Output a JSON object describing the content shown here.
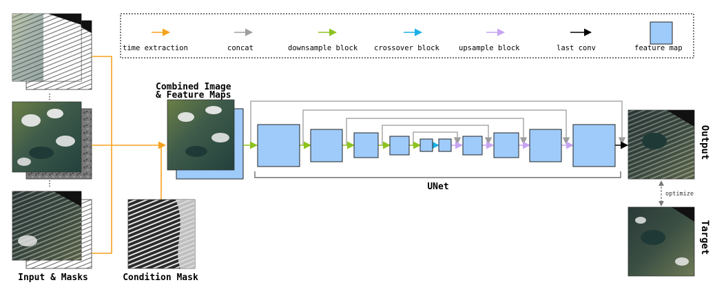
{
  "legend": {
    "items": [
      {
        "label": "time extraction",
        "color": "#F5A21D",
        "icon": "orange-arrow"
      },
      {
        "label": "concat",
        "color": "#9E9E9E",
        "icon": "gray-arrow"
      },
      {
        "label": "downsample block",
        "color": "#8DC21F",
        "icon": "green-arrow"
      },
      {
        "label": "crossover block",
        "color": "#1BB1E6",
        "icon": "cyan-arrow"
      },
      {
        "label": "upsample block",
        "color": "#C7A4F2",
        "icon": "lavender-arrow"
      },
      {
        "label": "last conv",
        "color": "#000000",
        "icon": "black-arrow"
      },
      {
        "label": "feature map",
        "color": "#9ECBFA",
        "icon": "blue-square"
      }
    ]
  },
  "labels": {
    "input_masks": "Input & Masks",
    "condition_mask": "Condition Mask",
    "combined": "Combined Image & Feature Maps",
    "unet": "UNet",
    "output": "Output",
    "target": "Target",
    "optimize": "optimize",
    "ellipsis": "⋮"
  },
  "colors": {
    "feature_map_fill": "#9ECBFA",
    "feature_map_stroke": "#222222",
    "skip_line": "#A8A8A8",
    "terrain_dark": "#1F3A36",
    "terrain_green": "#5E7A3C",
    "cloud_white": "#F2F2F2"
  }
}
